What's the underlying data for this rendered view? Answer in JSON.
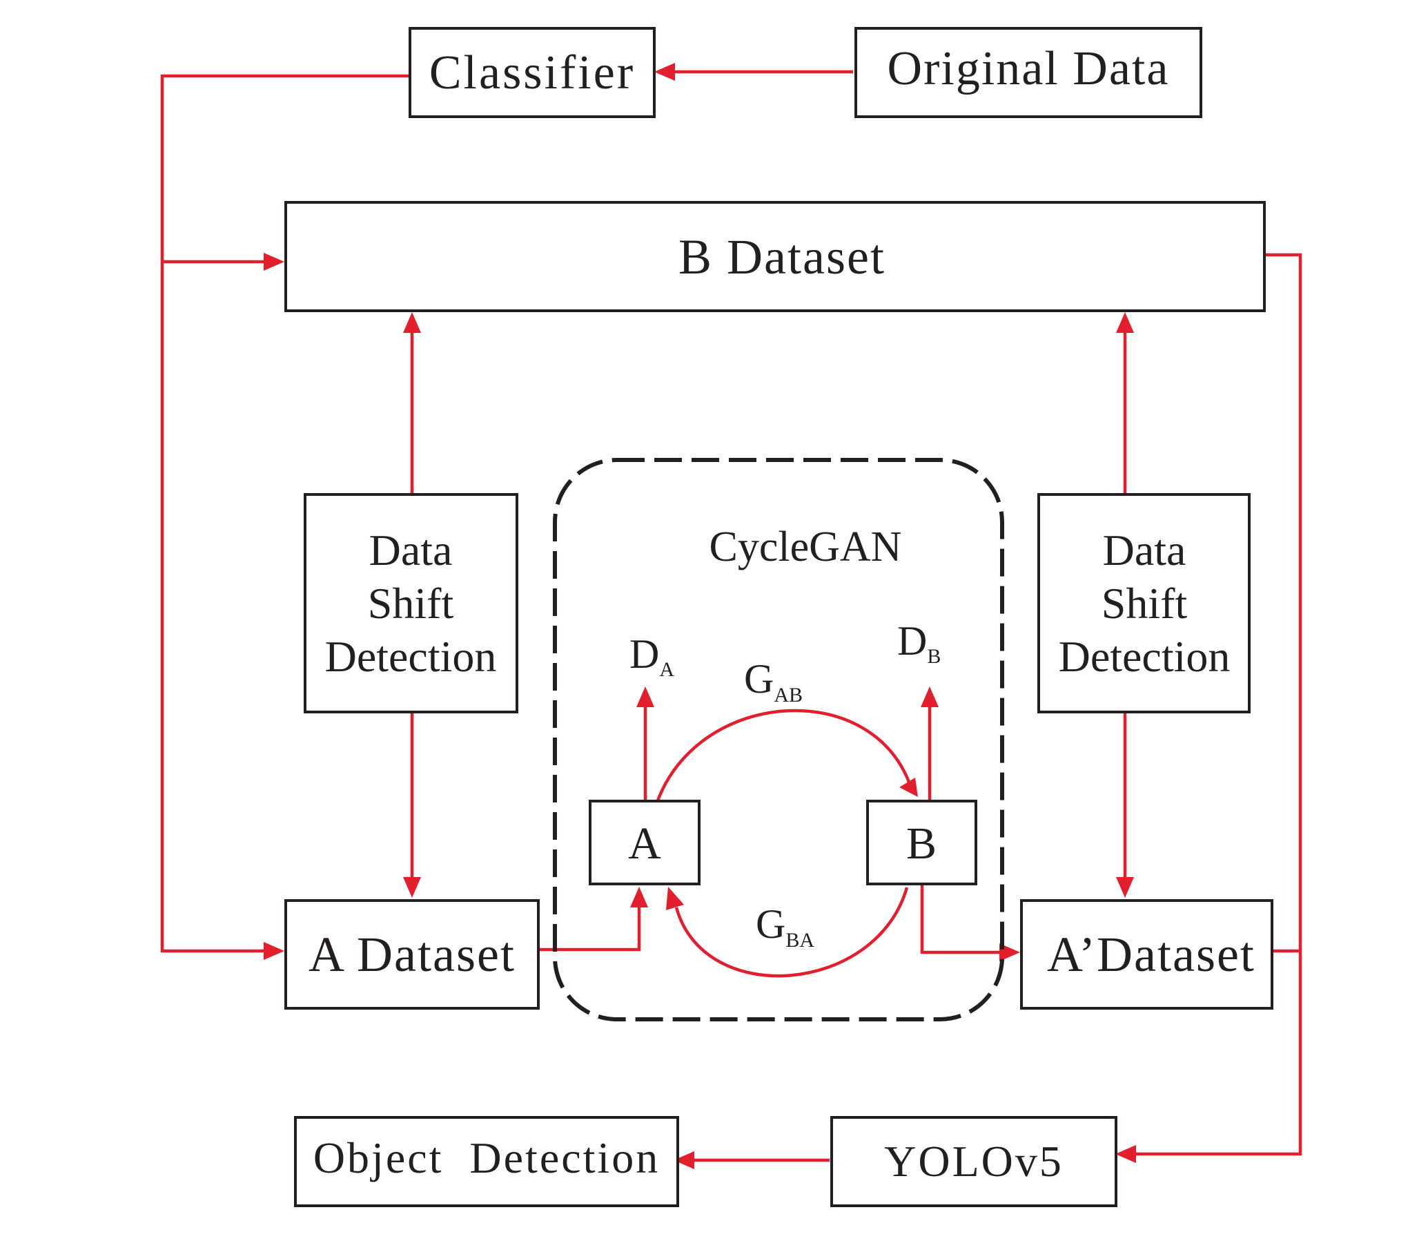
{
  "colors": {
    "arrow": "#e31e2d",
    "box_border": "#231f20",
    "text": "#231f20",
    "background": "#ffffff"
  },
  "nodes": {
    "classifier": "Classifier",
    "original_data": "Original Data",
    "b_dataset": "B Dataset",
    "shift_left": [
      "Data",
      "Shift",
      "Detection"
    ],
    "shift_right": [
      "Data",
      "Shift",
      "Detection"
    ],
    "cyclegan": "CycleGAN",
    "node_a": "A",
    "node_b": "B",
    "a_dataset": "A Dataset",
    "a_prime_dataset": "A’Dataset",
    "yolo": "YOLOv5",
    "object_detection": "Object  Detection"
  },
  "labels": {
    "d_a": {
      "main": "D",
      "sub": "A"
    },
    "d_b": {
      "main": "D",
      "sub": "B"
    },
    "g_ab": {
      "main": "G",
      "sub": "AB"
    },
    "g_ba": {
      "main": "G",
      "sub": "BA"
    }
  }
}
